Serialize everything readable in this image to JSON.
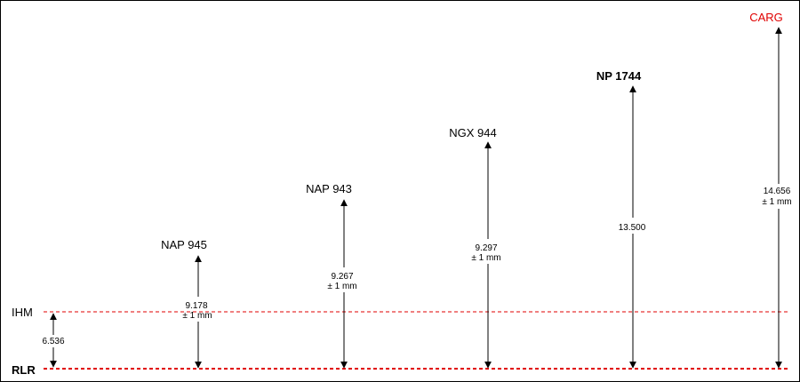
{
  "reference_lines": {
    "ihm": {
      "label": "IHM",
      "color": "#e00000"
    },
    "rlr": {
      "label": "RLR",
      "color": "#e00000"
    }
  },
  "ihm_offset": {
    "value": "6.536"
  },
  "measurements": [
    {
      "label": "NAP 945",
      "value": "9.178",
      "tolerance": "± 1 mm",
      "emphasis": "normal"
    },
    {
      "label": "NAP 943",
      "value": "9.267",
      "tolerance": "± 1 mm",
      "emphasis": "normal"
    },
    {
      "label": "NGX 944",
      "value": "9.297",
      "tolerance": "± 1 mm",
      "emphasis": "normal"
    },
    {
      "label": "NP 1744",
      "value": "13.500",
      "tolerance": "",
      "emphasis": "bold"
    },
    {
      "label": "CARG",
      "value": "14.656",
      "tolerance": "± 1 mm",
      "emphasis": "red"
    }
  ]
}
